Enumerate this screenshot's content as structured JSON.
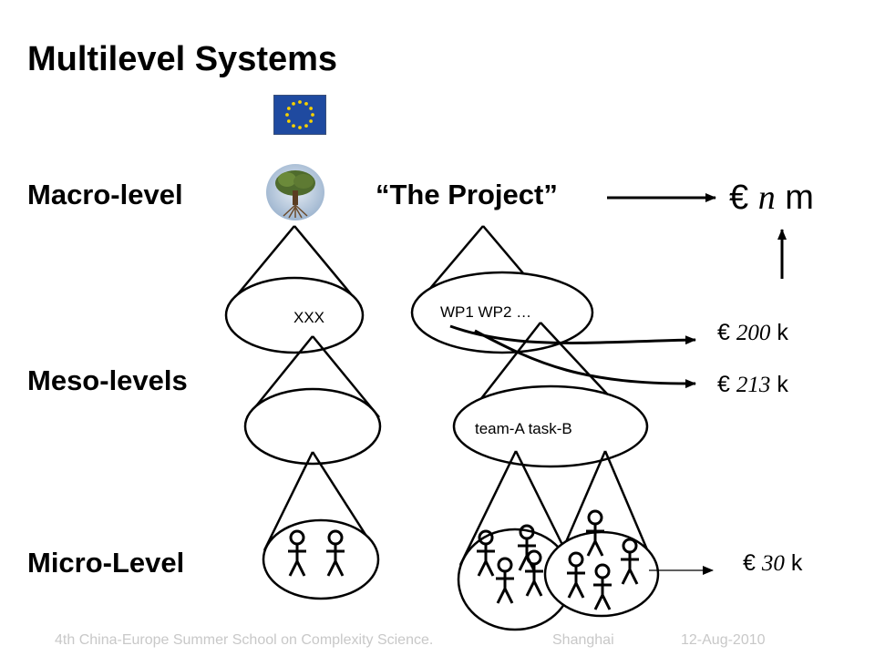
{
  "title": "Multilevel Systems",
  "levels": {
    "macro": "Macro-level",
    "meso": "Meso-levels",
    "micro": "Micro-Level"
  },
  "project_label": "“The Project”",
  "budgets": {
    "total": {
      "symbol": "€",
      "value": "n",
      "unit": "m"
    },
    "wp1": {
      "symbol": "€",
      "value": "200",
      "unit": "k"
    },
    "wp2": {
      "symbol": "€",
      "value": "213",
      "unit": "k"
    },
    "micro": {
      "symbol": "€",
      "value": "30",
      "unit": "k"
    }
  },
  "ellipse_labels": {
    "xxx": "XXX",
    "wp": "WP1  WP2 …",
    "team_task": "team-A   task-B"
  },
  "footer": {
    "school": "4th China-Europe Summer School on Complexity Science.",
    "city": "Shanghai",
    "date": "12-Aug-2010"
  },
  "icons": [
    "eu-flag-icon",
    "tree-logo-icon",
    "stick-figure-icon"
  ],
  "colors": {
    "eu_blue": "#1f4aa0",
    "eu_gold": "#f5d000",
    "footer_gray": "#c8c8c8"
  }
}
